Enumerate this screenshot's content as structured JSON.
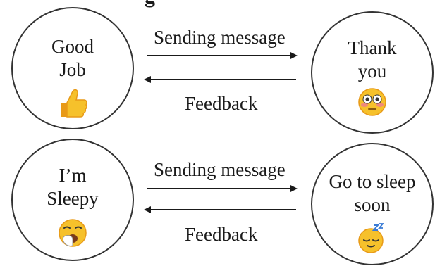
{
  "title_fragment": "g",
  "pairs": [
    {
      "sender": {
        "lines": [
          "Good",
          "Job"
        ],
        "emoji": "thumbs-up-icon"
      },
      "receiver": {
        "lines": [
          "Thank",
          "you"
        ],
        "emoji": "flushed-face-icon"
      },
      "forward_label": "Sending message",
      "back_label": "Feedback"
    },
    {
      "sender": {
        "lines": [
          "I’m",
          "Sleepy"
        ],
        "emoji": "yawning-face-icon"
      },
      "receiver": {
        "lines": [
          "Go to sleep",
          "soon"
        ],
        "emoji": "sleeping-face-icon"
      },
      "forward_label": "Sending message",
      "back_label": "Feedback"
    }
  ],
  "colors": {
    "stroke": "#333333",
    "text": "#1a1a1a",
    "emoji_yellow": "#f6c12b",
    "emoji_orange": "#e89a18"
  }
}
